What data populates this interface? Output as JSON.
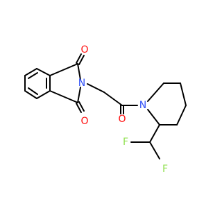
{
  "molecule": {
    "colors": {
      "bond": "#000000",
      "oxygen": "#ff0d0d",
      "nitrogen": "#3050f8",
      "fluorine": "#90e050"
    },
    "atoms": {
      "o_top": "O",
      "o_bottom": "O",
      "n_imide": "N",
      "o_amide": "O",
      "n_piperidine": "N",
      "f_left": "F",
      "f_right": "F"
    }
  }
}
